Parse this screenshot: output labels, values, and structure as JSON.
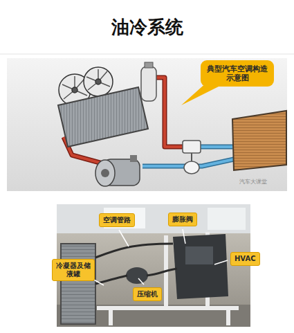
{
  "diagram": {
    "title": "油冷系统",
    "nodes": [
      {
        "text": [
          "典型汽车空调构造示意图"
        ]
      },
      {
        "text": [
          "空调管路"
        ]
      },
      {
        "text": [
          "膨胀阀"
        ]
      },
      {
        "text": [
          "HVAC"
        ]
      },
      {
        "text": [
          "冷凝器及储液罐"
        ]
      },
      {
        "text": [
          "压缩机"
        ]
      }
    ],
    "labels": [
      "汽车大课堂"
    ]
  }
}
